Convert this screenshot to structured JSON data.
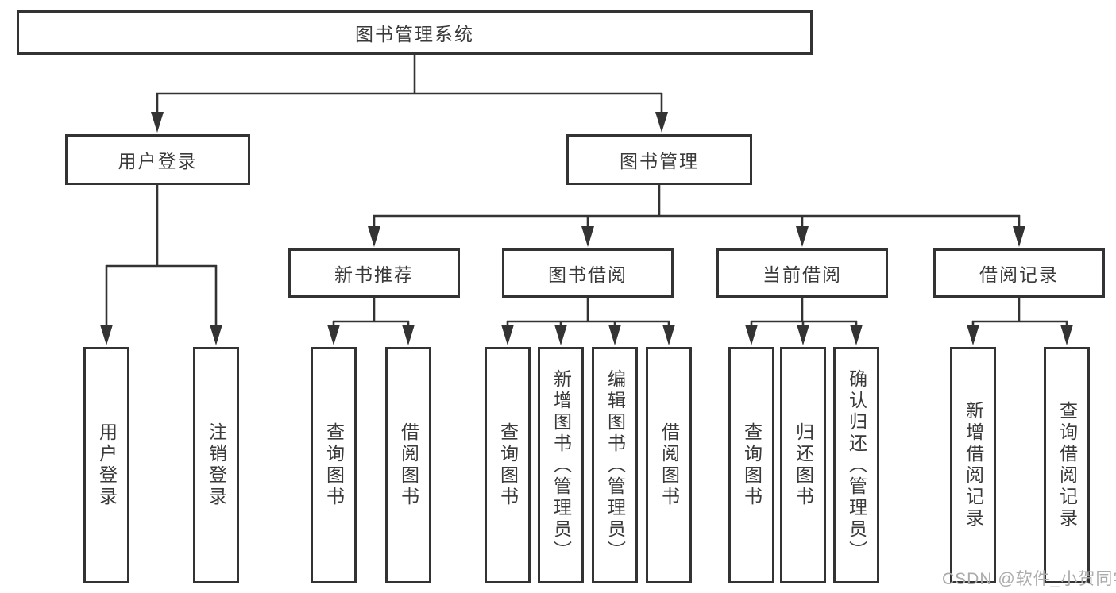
{
  "tree": {
    "root": {
      "label": "图书管理系统"
    },
    "level2": [
      {
        "label": "用户登录",
        "children": [
          {
            "label": "用户登录"
          },
          {
            "label": "注销登录"
          }
        ]
      },
      {
        "label": "图书管理",
        "children": [
          {
            "label": "新书推荐",
            "children": [
              {
                "label": "查询图书"
              },
              {
                "label": "借阅图书"
              }
            ]
          },
          {
            "label": "图书借阅",
            "children": [
              {
                "label": "查询图书"
              },
              {
                "label": "新增图书（管理员）"
              },
              {
                "label": "编辑图书（管理员）"
              },
              {
                "label": "借阅图书"
              }
            ]
          },
          {
            "label": "当前借阅",
            "children": [
              {
                "label": "查询图书"
              },
              {
                "label": "归还图书"
              },
              {
                "label": "确认归还（管理员）"
              }
            ]
          },
          {
            "label": "借阅记录",
            "children": [
              {
                "label": "新增借阅记录"
              },
              {
                "label": "查询借阅记录"
              }
            ]
          }
        ]
      }
    ]
  },
  "watermark": {
    "text": "CSDN @软件_小贺同学"
  },
  "colors": {
    "line": "#333333",
    "text": "#3a3a3a",
    "watermark": "#ababab",
    "background": "#ffffff"
  }
}
